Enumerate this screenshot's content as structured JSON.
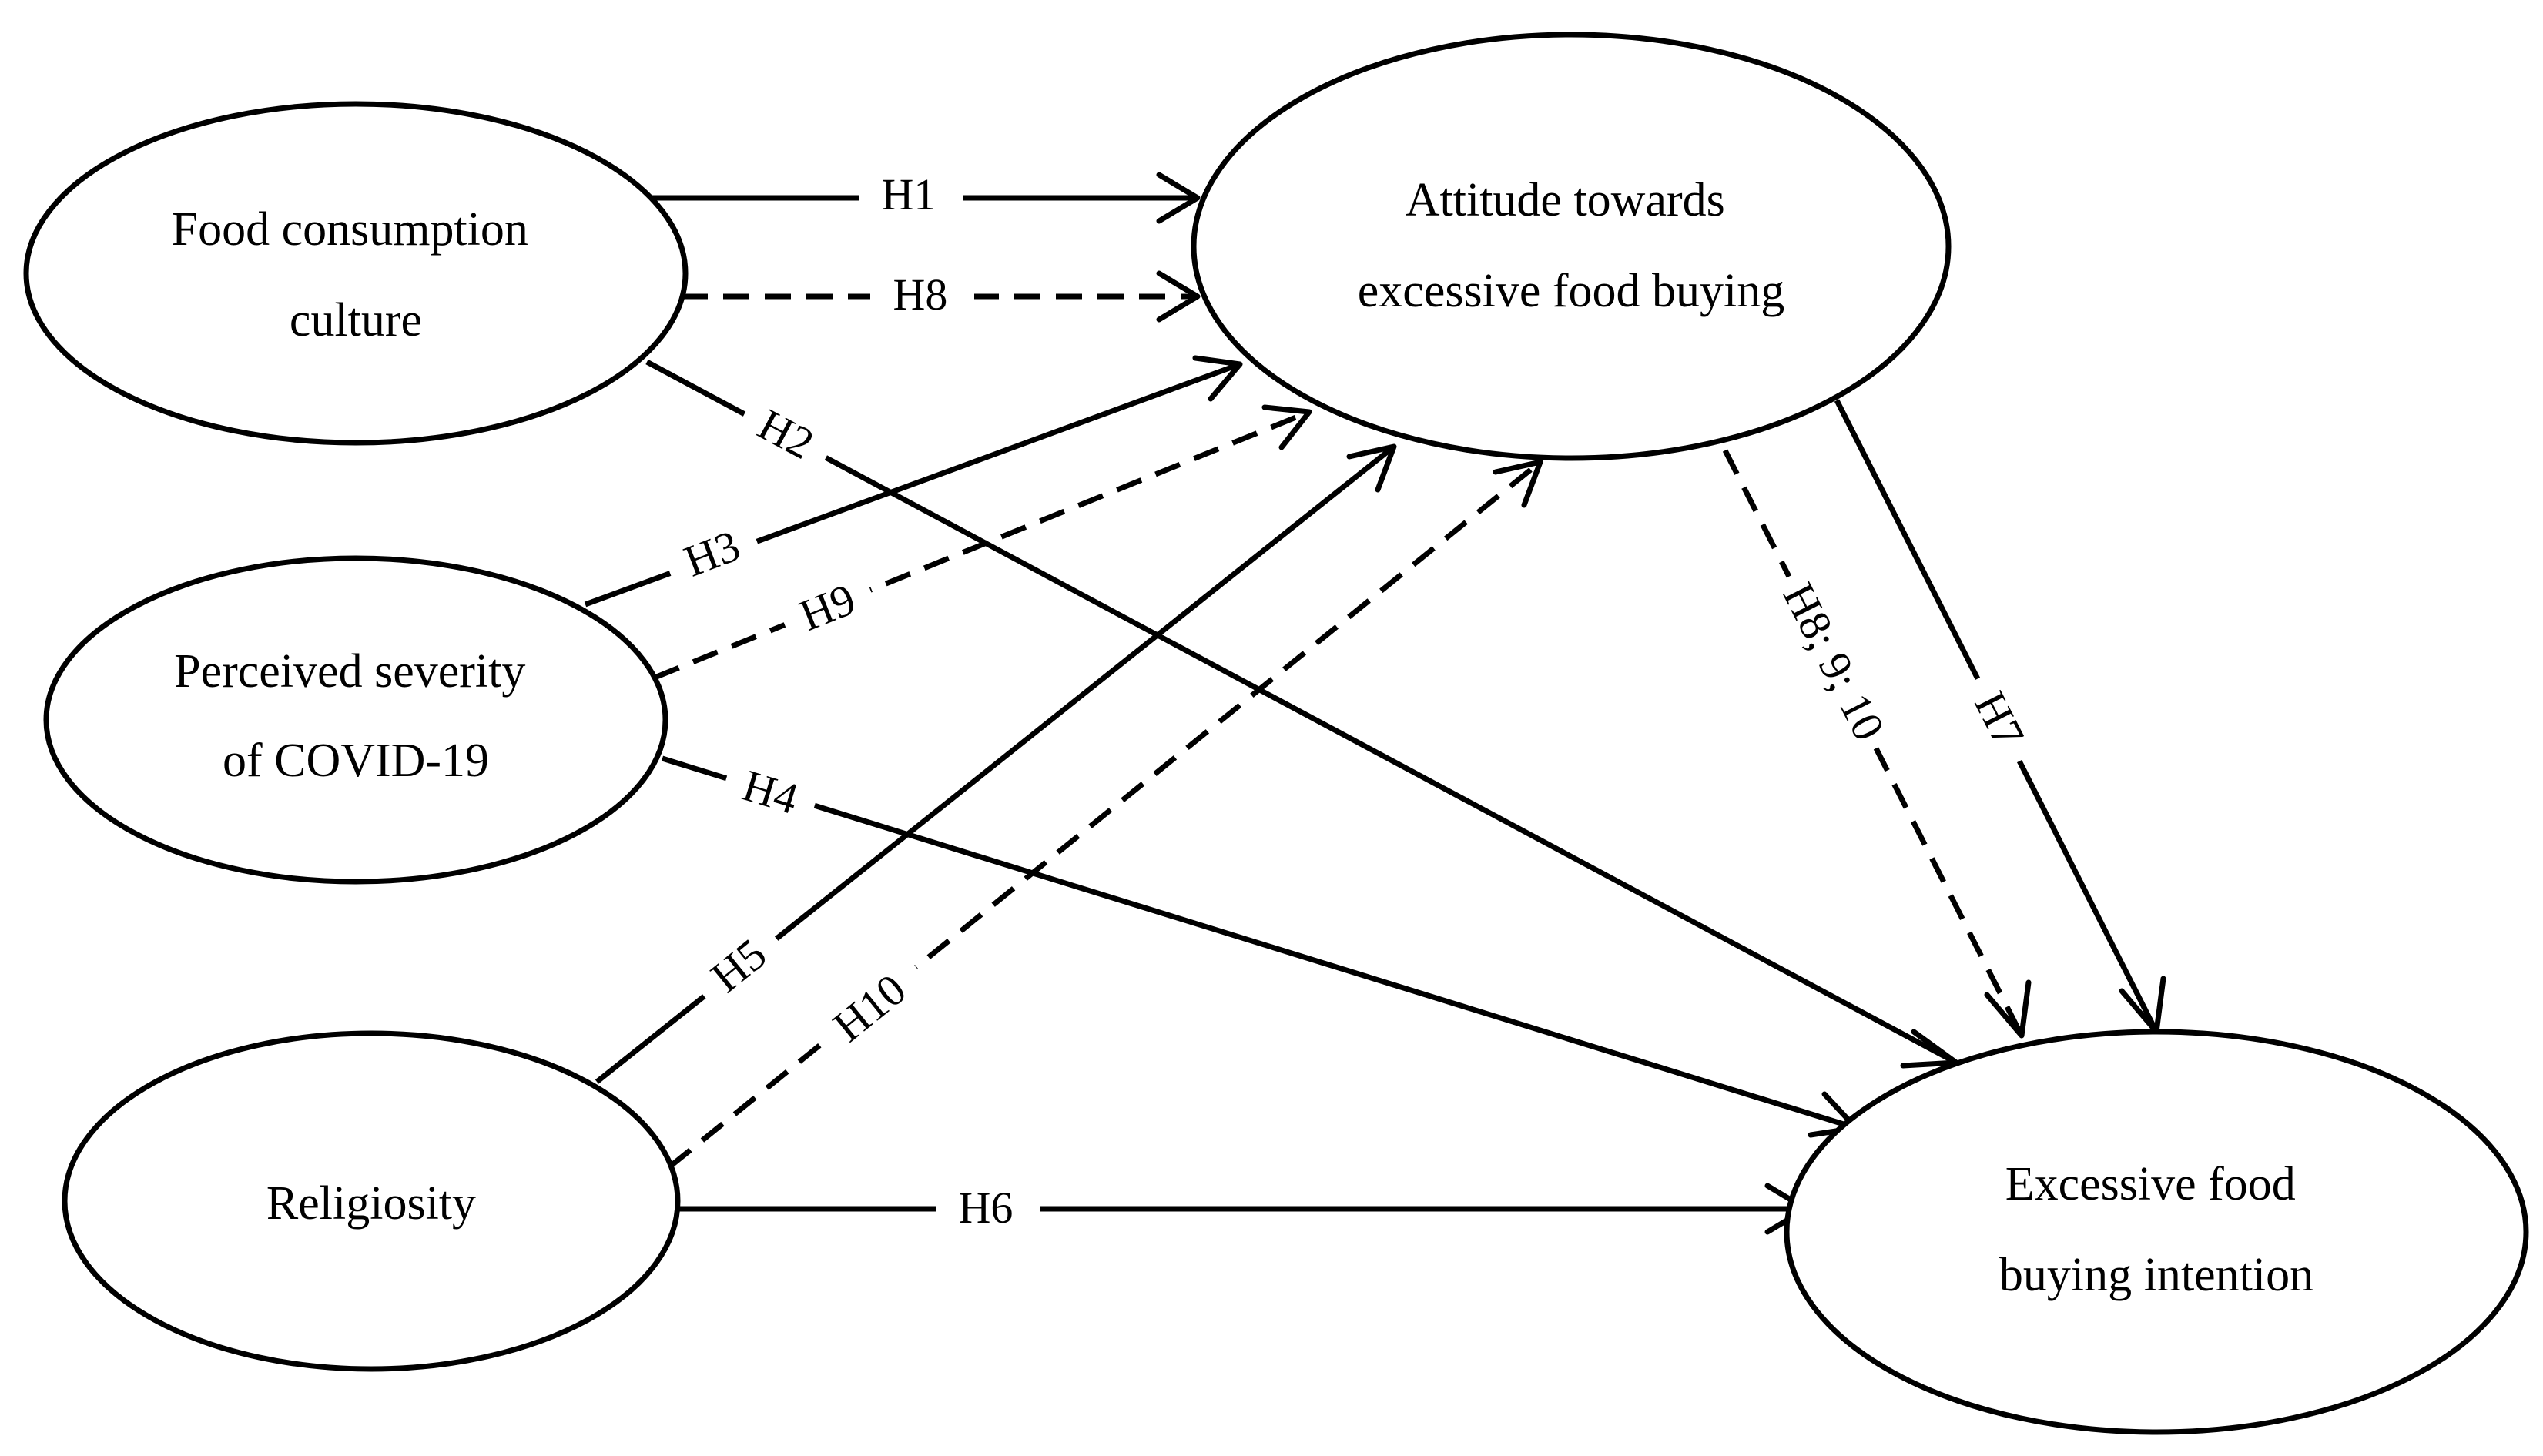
{
  "nodes": {
    "food_culture": [
      "Food consumption",
      "culture"
    ],
    "severity": [
      "Perceived severity",
      "of COVID-19"
    ],
    "religiosity": [
      "Religiosity"
    ],
    "attitude": [
      "Attitude towards",
      "excessive food buying"
    ],
    "intention": [
      "Excessive food",
      "buying intention"
    ]
  },
  "edges": {
    "h1": "H1",
    "h2": "H2",
    "h3": "H3",
    "h4": "H4",
    "h5": "H5",
    "h6": "H6",
    "h7": "H7",
    "h8": "H8",
    "h9": "H9",
    "h10": "H10",
    "h8_9_10": "H8; 9; 10"
  },
  "colors": {
    "stroke": "#000000",
    "background": "#ffffff"
  }
}
